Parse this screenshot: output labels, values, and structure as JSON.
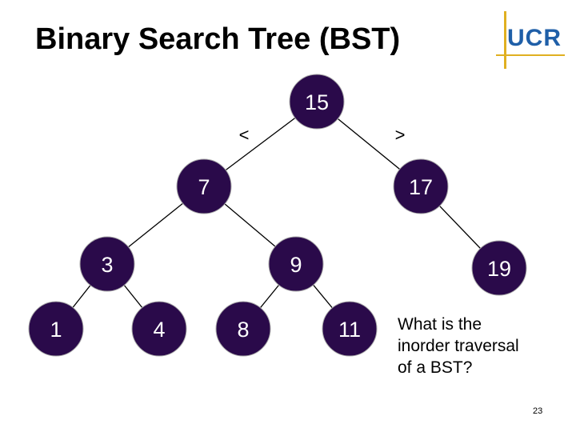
{
  "slide": {
    "title": "Binary Search Tree (BST)",
    "logo_text": "UCR",
    "page_number": "23",
    "question_lines": [
      "What is the",
      "inorder traversal",
      "of a BST?"
    ]
  },
  "colors": {
    "node_fill": "#2a0a4a",
    "edge": "#000000",
    "logo_blue": "#1f5fa8",
    "logo_gold": "#e0b021"
  },
  "tree": {
    "nodes": [
      {
        "id": "n15",
        "label": "15"
      },
      {
        "id": "n7",
        "label": "7"
      },
      {
        "id": "n17",
        "label": "17"
      },
      {
        "id": "n3",
        "label": "3"
      },
      {
        "id": "n9",
        "label": "9"
      },
      {
        "id": "n19",
        "label": "19"
      },
      {
        "id": "n1",
        "label": "1"
      },
      {
        "id": "n4",
        "label": "4"
      },
      {
        "id": "n8",
        "label": "8"
      },
      {
        "id": "n11",
        "label": "11"
      }
    ],
    "edges": [
      {
        "from": "n15",
        "to": "n7"
      },
      {
        "from": "n15",
        "to": "n17"
      },
      {
        "from": "n7",
        "to": "n3"
      },
      {
        "from": "n7",
        "to": "n9"
      },
      {
        "from": "n17",
        "to": "n19"
      },
      {
        "from": "n3",
        "to": "n1"
      },
      {
        "from": "n3",
        "to": "n4"
      },
      {
        "from": "n9",
        "to": "n8"
      },
      {
        "from": "n9",
        "to": "n11"
      }
    ],
    "comparison_labels": {
      "left": "<",
      "right": ">"
    }
  }
}
